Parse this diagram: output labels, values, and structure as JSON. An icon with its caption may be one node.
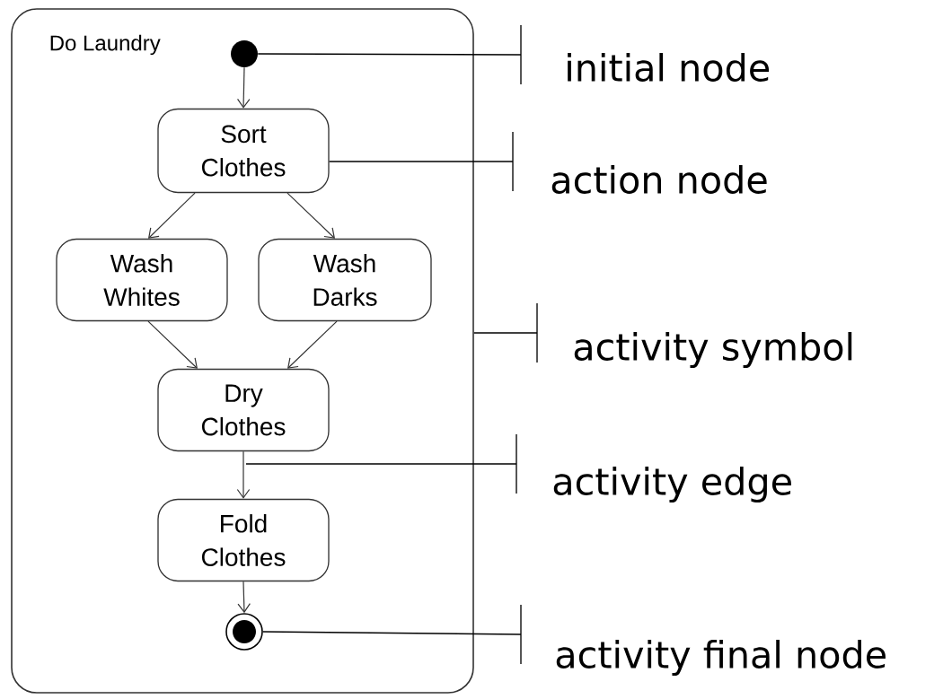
{
  "diagram": {
    "nodes": [
      {
        "text": [
          "Do Laundry"
        ]
      },
      {
        "text": [],
        "shape": "circle",
        "in": 0
      },
      {
        "text": [
          "Sort Clothes"
        ],
        "in": 0
      },
      {
        "text": [
          "Wash Whites"
        ],
        "in": 0
      },
      {
        "text": [
          "Wash Darks"
        ],
        "in": 0
      },
      {
        "text": [
          "Dry Clothes"
        ],
        "in": 0
      },
      {
        "text": [
          "Fold Clothes"
        ],
        "in": 0
      },
      {
        "text": [],
        "shape": "bullseye",
        "in": 0
      },
      {
        "text": [
          "initial node"
        ]
      },
      {
        "text": [
          "action node"
        ]
      },
      {
        "text": [
          "activity symbol"
        ]
      },
      {
        "text": [
          "activity edge"
        ]
      },
      {
        "text": [
          "activity final node"
        ]
      }
    ],
    "edges": [
      {
        "from": 1,
        "to": 2,
        "arrow": "to"
      },
      {
        "from": 2,
        "to": 3,
        "arrow": "to"
      },
      {
        "from": 2,
        "to": 4,
        "arrow": "to"
      },
      {
        "from": 3,
        "to": 5,
        "arrow": "to"
      },
      {
        "from": 4,
        "to": 5,
        "arrow": "to"
      },
      {
        "from": 5,
        "to": 6,
        "arrow": "to"
      },
      {
        "from": 6,
        "to": 7,
        "arrow": "to"
      },
      {
        "from": 8,
        "to": 1,
        "arrow": "none"
      },
      {
        "from": 9,
        "to": 2,
        "arrow": "none"
      },
      {
        "from": 10,
        "to": 0,
        "arrow": "none"
      },
      {
        "from": 11,
        "to": null,
        "arrow": "none"
      },
      {
        "from": 12,
        "to": 7,
        "arrow": "none"
      }
    ]
  }
}
